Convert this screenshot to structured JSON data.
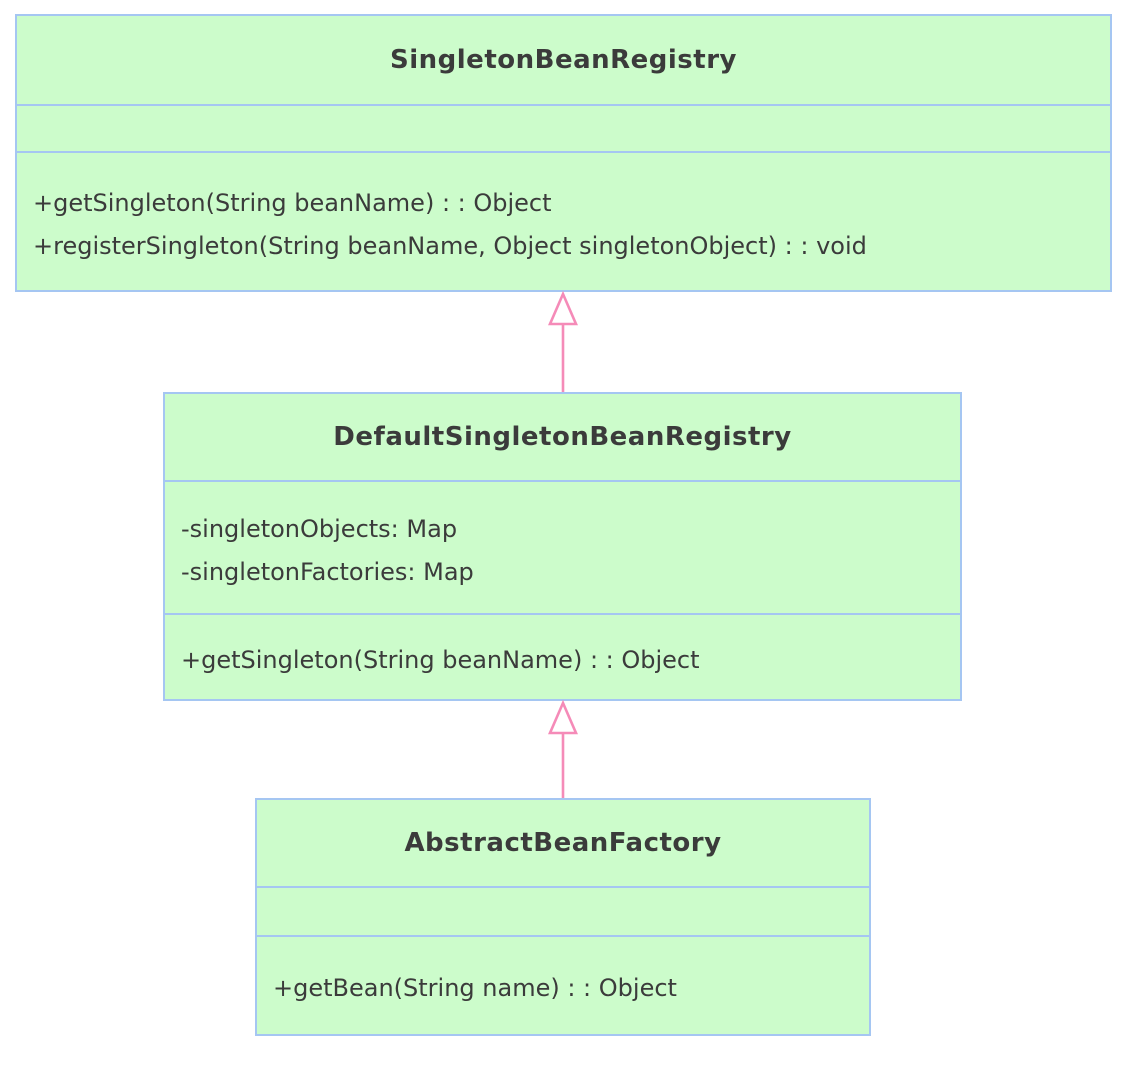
{
  "diagram": {
    "type": "uml-class-diagram",
    "classes": [
      {
        "name": "SingletonBeanRegistry",
        "attributes": [],
        "methods": [
          "+getSingleton(String beanName) : : Object",
          "+registerSingleton(String beanName, Object singletonObject) : : void"
        ]
      },
      {
        "name": "DefaultSingletonBeanRegistry",
        "attributes": [
          "-singletonObjects: Map",
          "-singletonFactories: Map"
        ],
        "methods": [
          "+getSingleton(String beanName) : : Object"
        ]
      },
      {
        "name": "AbstractBeanFactory",
        "attributes": [],
        "methods": [
          "+getBean(String name) : : Object"
        ]
      }
    ],
    "relations": [
      {
        "type": "generalization",
        "from": "DefaultSingletonBeanRegistry",
        "to": "SingletonBeanRegistry"
      },
      {
        "type": "generalization",
        "from": "AbstractBeanFactory",
        "to": "DefaultSingletonBeanRegistry"
      }
    ],
    "colors": {
      "box_fill": "#ccfccb",
      "box_border": "#a5c6f2",
      "arrow": "#f58bb8",
      "text": "#3b3b3b"
    }
  }
}
